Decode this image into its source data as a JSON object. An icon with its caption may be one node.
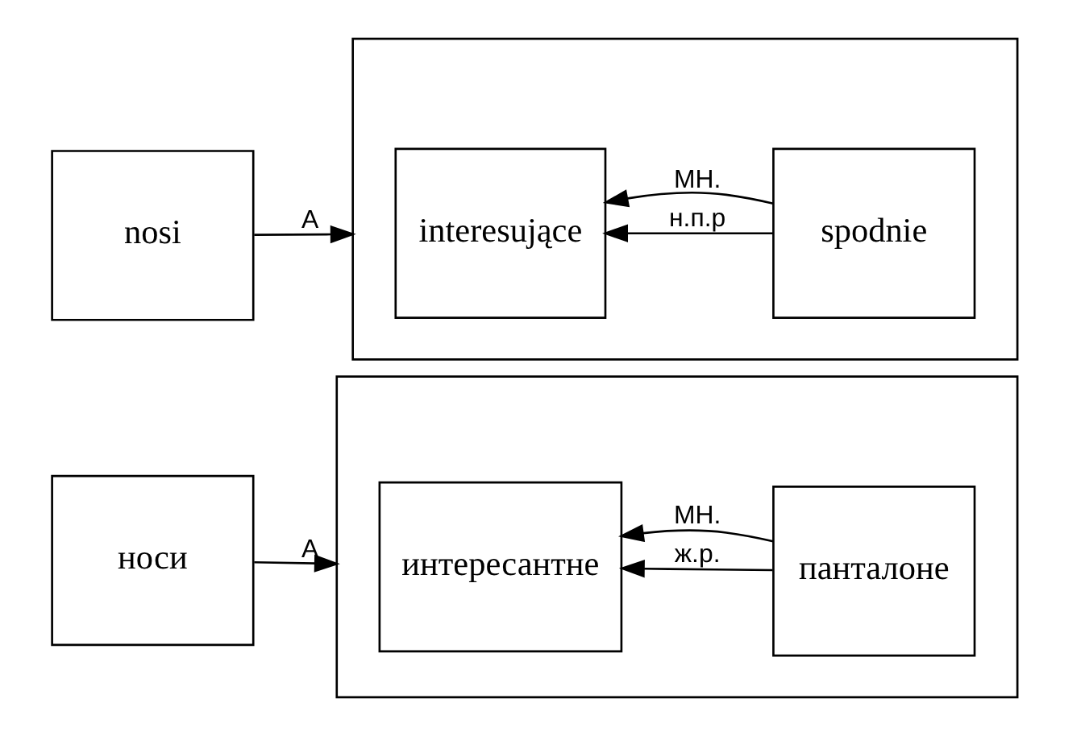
{
  "diagram": {
    "nodes": [
      {
        "text": [
          "nosi"
        ]
      },
      {
        "text": [],
        "shape": "box"
      },
      {
        "text": [
          "interesujące"
        ],
        "in": 1
      },
      {
        "text": [
          "spodnie"
        ],
        "in": 1
      },
      {
        "text": [
          "носи"
        ]
      },
      {
        "text": [],
        "shape": "box"
      },
      {
        "text": [
          "интересантне"
        ],
        "in": 5
      },
      {
        "text": [
          "панталоне"
        ],
        "in": 5
      }
    ],
    "edges": [
      {
        "from": 0,
        "to": 1,
        "arrow": "to",
        "label": "A"
      },
      {
        "from": 3,
        "to": 2,
        "arrow": "to",
        "label": "н.п.р"
      },
      {
        "from": 3,
        "to": 2,
        "arrow": "to",
        "label": "МН."
      },
      {
        "from": 4,
        "to": 5,
        "arrow": "to",
        "label": "А"
      },
      {
        "from": 7,
        "to": 6,
        "arrow": "to",
        "label": "ж.р."
      },
      {
        "from": 7,
        "to": 6,
        "arrow": "to",
        "label": "МН."
      }
    ]
  }
}
